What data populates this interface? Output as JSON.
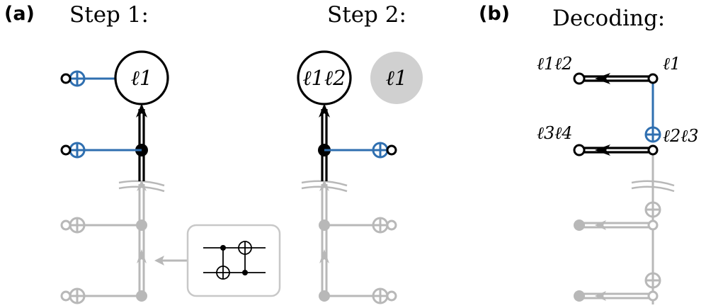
{
  "panel_a": {
    "label": "(a)",
    "step1_title": "Step 1:",
    "step2_title": "Step 2:",
    "step1_node": "ℓ1",
    "step2_node": "ℓ1ℓ2",
    "step2_faded_node": "ℓ1"
  },
  "panel_b": {
    "label": "(b)",
    "title": "Decoding:",
    "top_left": "ℓ1ℓ2",
    "top_right": "ℓ1",
    "mid_left": "ℓ3ℓ4",
    "mid_right": "ℓ2ℓ3"
  },
  "colors": {
    "black": "#000000",
    "gray": "#b8b8b8",
    "blue": "#2f6fb0",
    "faded_fill": "#d0d0d0"
  }
}
